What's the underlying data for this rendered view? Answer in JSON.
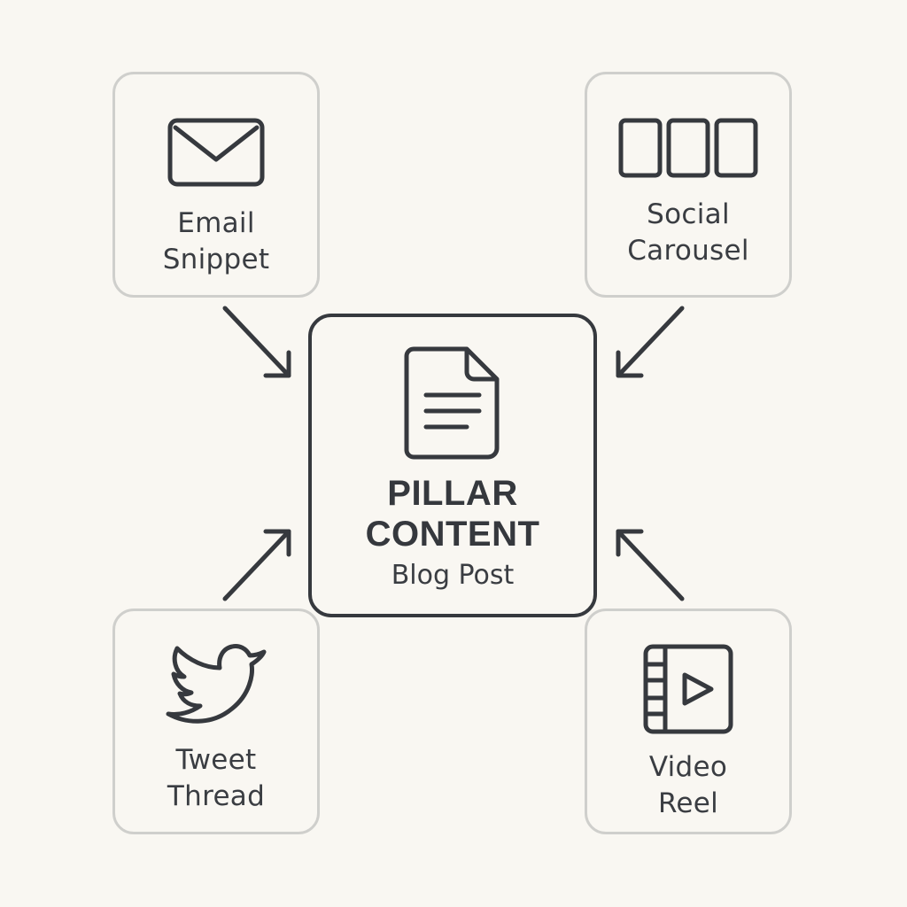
{
  "colors": {
    "background": "#f9f7f2",
    "outer_border": "#cfcfcc",
    "center_border": "#36393e",
    "ink": "#36393e"
  },
  "center": {
    "icon": "document-icon",
    "title_line1": "PILLAR",
    "title_line2": "CONTENT",
    "subtitle": "Blog Post"
  },
  "nodes": {
    "email": {
      "icon": "envelope-icon",
      "line1": "Email",
      "line2": "Snippet"
    },
    "social": {
      "icon": "carousel-icon",
      "line1": "Social",
      "line2": "Carousel"
    },
    "tweet": {
      "icon": "bird-icon",
      "line1": "Tweet",
      "line2": "Thread"
    },
    "video": {
      "icon": "video-icon",
      "line1": "Video",
      "line2": "Reel"
    }
  },
  "edges": [
    {
      "from": "email",
      "to": "center"
    },
    {
      "from": "social",
      "to": "center"
    },
    {
      "from": "tweet",
      "to": "center"
    },
    {
      "from": "video",
      "to": "center"
    }
  ]
}
